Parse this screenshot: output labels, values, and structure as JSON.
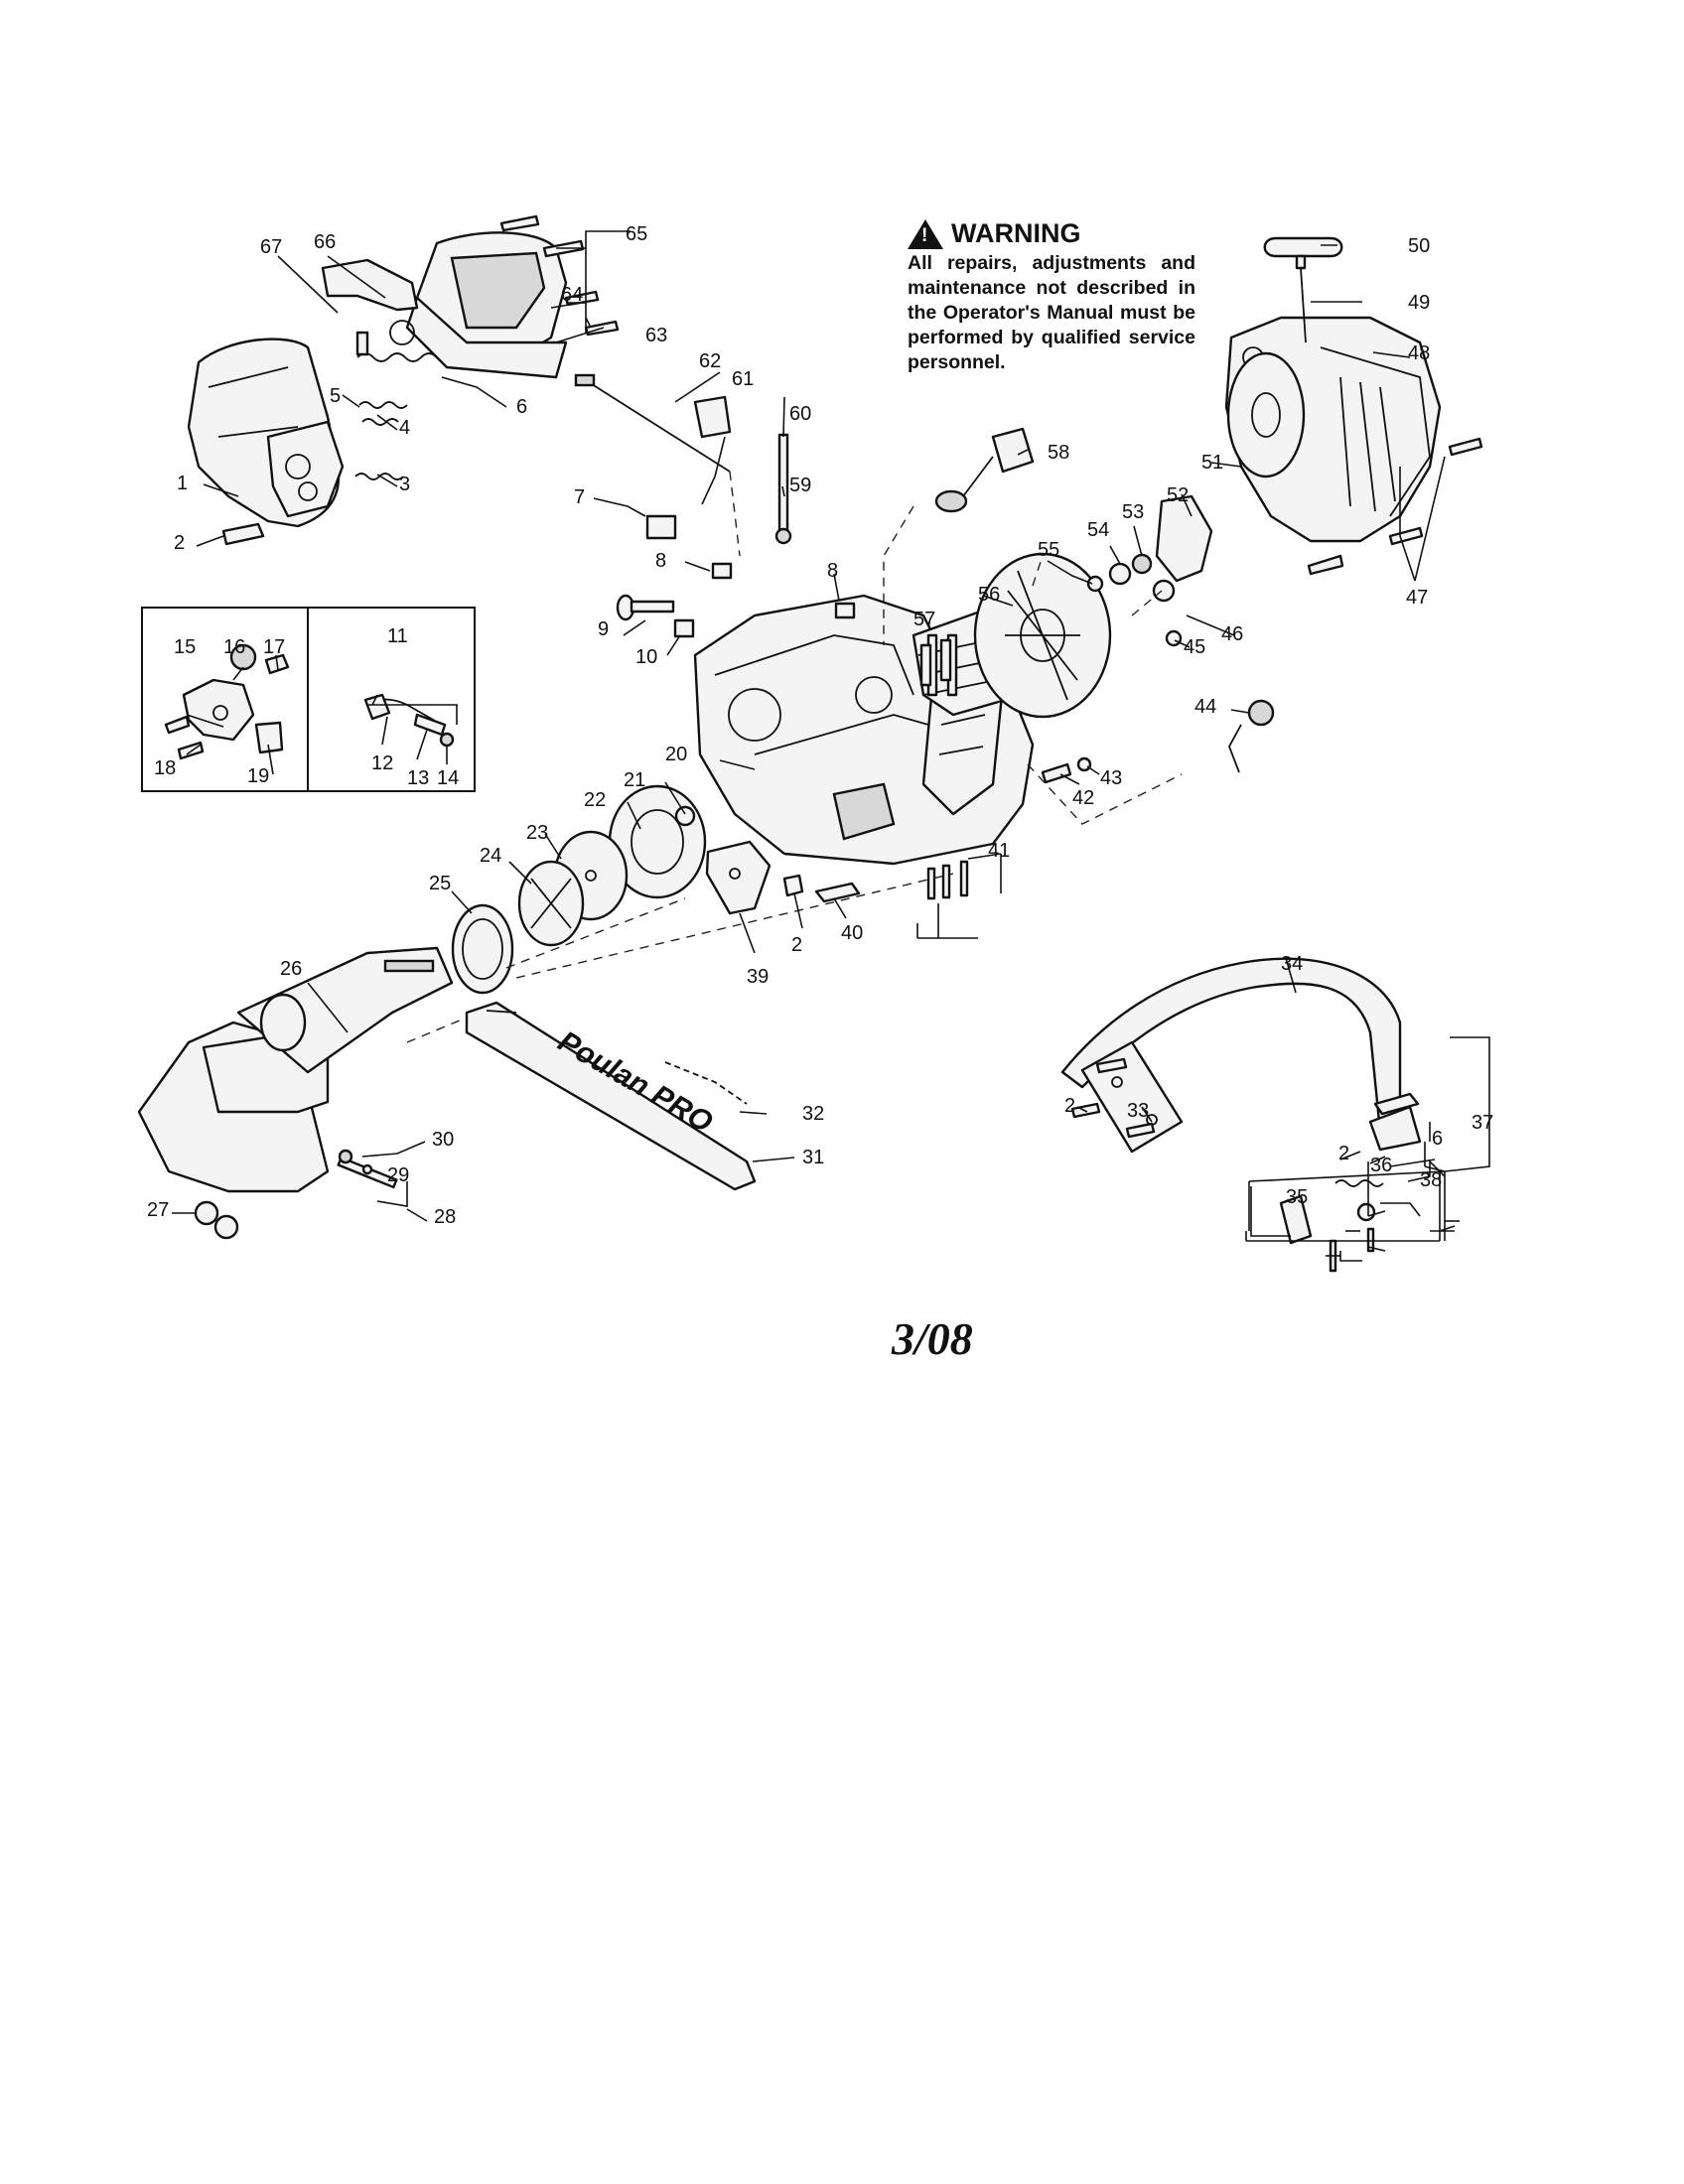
{
  "warning": {
    "title": "WARNING",
    "body": "All repairs, adjustments and maintenance not described in the Operator's Manual must be performed by qualified service personnel."
  },
  "bar_brand": "Poulan PRO",
  "date_code": "3/08",
  "callouts": [
    "1",
    "2",
    "3",
    "4",
    "5",
    "6",
    "7",
    "8",
    "8",
    "9",
    "10",
    "11",
    "12",
    "13",
    "14",
    "15",
    "16",
    "17",
    "18",
    "19",
    "20",
    "21",
    "22",
    "23",
    "24",
    "25",
    "26",
    "27",
    "28",
    "29",
    "30",
    "31",
    "32",
    "33",
    "34",
    "35",
    "36",
    "37",
    "38",
    "39",
    "40",
    "41",
    "42",
    "43",
    "44",
    "45",
    "46",
    "47",
    "48",
    "49",
    "50",
    "51",
    "52",
    "53",
    "54",
    "55",
    "56",
    "57",
    "58",
    "59",
    "60",
    "61",
    "62",
    "63",
    "64",
    "65",
    "66",
    "67",
    "2",
    "2",
    "2",
    "6"
  ]
}
